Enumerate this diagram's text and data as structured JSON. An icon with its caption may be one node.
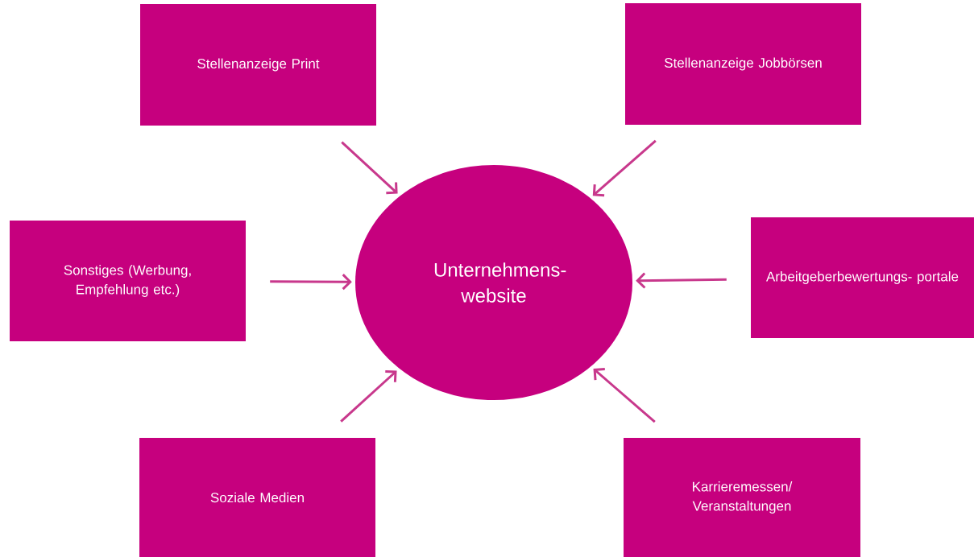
{
  "diagram": {
    "nodes": [
      {
        "text": [
          "Unternehmens- website"
        ]
      },
      {
        "text": [
          "Stellenanzeige Print"
        ]
      },
      {
        "text": [
          "Stellenanzeige Jobbörsen"
        ]
      },
      {
        "text": [
          "Sonstiges (Werbung, Empfehlung etc.)"
        ]
      },
      {
        "text": [
          "Arbeitgeberbewertungs- portale"
        ]
      },
      {
        "text": [
          "Soziale Medien"
        ]
      },
      {
        "text": [
          "Karrieremessen/ Veranstaltungen"
        ]
      }
    ],
    "edges": [
      {
        "from": 1,
        "to": 0,
        "arrow": "to"
      },
      {
        "from": 2,
        "to": 0,
        "arrow": "to"
      },
      {
        "from": 3,
        "to": 0,
        "arrow": "to"
      },
      {
        "from": 4,
        "to": 0,
        "arrow": "to"
      },
      {
        "from": 5,
        "to": 0,
        "arrow": "to"
      },
      {
        "from": 6,
        "to": 0,
        "arrow": "to"
      }
    ]
  }
}
